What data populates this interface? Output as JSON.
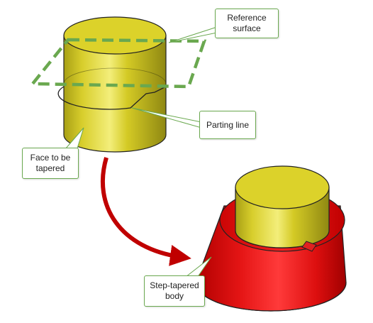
{
  "callouts": {
    "reference_surface": [
      "Reference",
      "surface"
    ],
    "parting_line": "Parting line",
    "face_to_be_tapered": [
      "Face to be",
      "tapered"
    ],
    "step_tapered_body": [
      "Step-tapered",
      "body"
    ]
  },
  "colors": {
    "cylinder_yellow": "#d6cc28",
    "cylinder_top": "#dcd22a",
    "taper_red": "#e01010",
    "arrow_red": "#c00000",
    "reference_green": "#6aa84f",
    "callout_border": "#6aa84f"
  }
}
